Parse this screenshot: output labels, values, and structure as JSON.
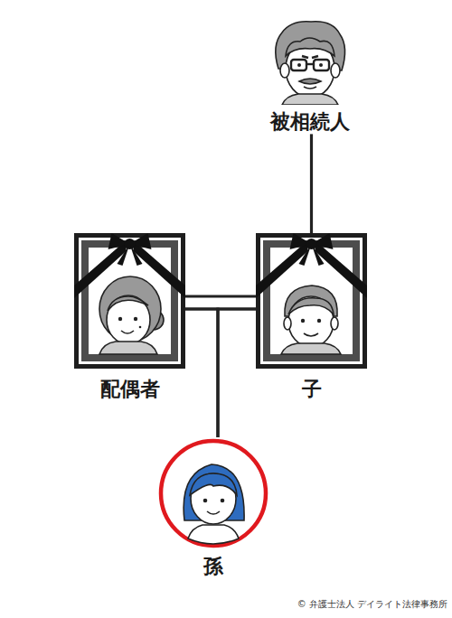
{
  "diagram": {
    "nodes": [
      {
        "text": [
          "被相続人"
        ]
      },
      {
        "text": [
          "配偶者"
        ]
      },
      {
        "text": [
          "子"
        ]
      },
      {
        "text": [
          "孫"
        ]
      }
    ],
    "edges": [
      {
        "from": 0,
        "to": 2,
        "arrow": "none"
      },
      {
        "from": 1,
        "to": 2,
        "arrow": "none"
      },
      {
        "from": 1,
        "to": 3,
        "arrow": "none"
      },
      {
        "from": 2,
        "to": 3,
        "arrow": "none"
      }
    ],
    "labels": [
      "© 弁護士法人 デイライト法律事務所"
    ]
  }
}
